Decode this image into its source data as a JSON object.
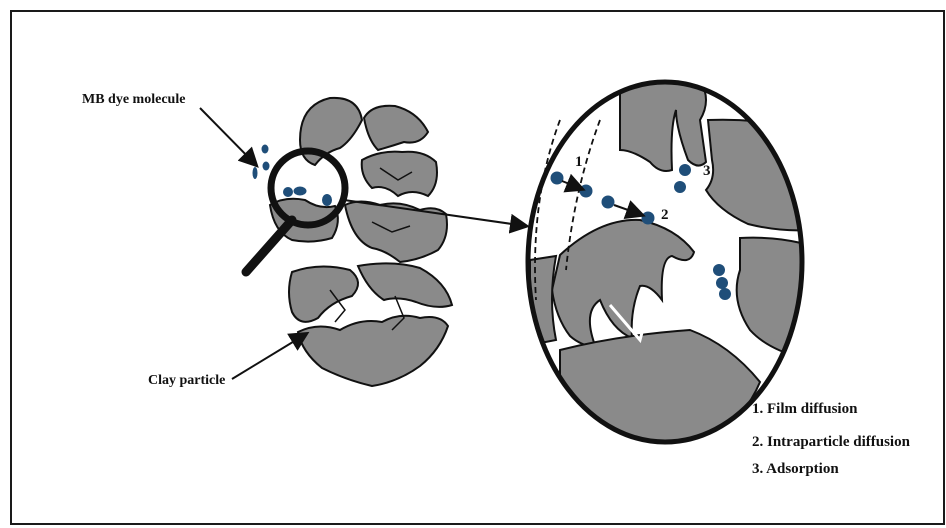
{
  "labels": {
    "dye": "MB dye molecule",
    "clay": "Clay particle",
    "step1": "1",
    "step2": "2",
    "step3": "3"
  },
  "legend": [
    "1. Film diffusion",
    "2. Intraparticle diffusion",
    "3. Adsorption"
  ],
  "colors": {
    "clay": "#8a8a8a",
    "dye": "#1f4e79",
    "outline": "#111111"
  }
}
